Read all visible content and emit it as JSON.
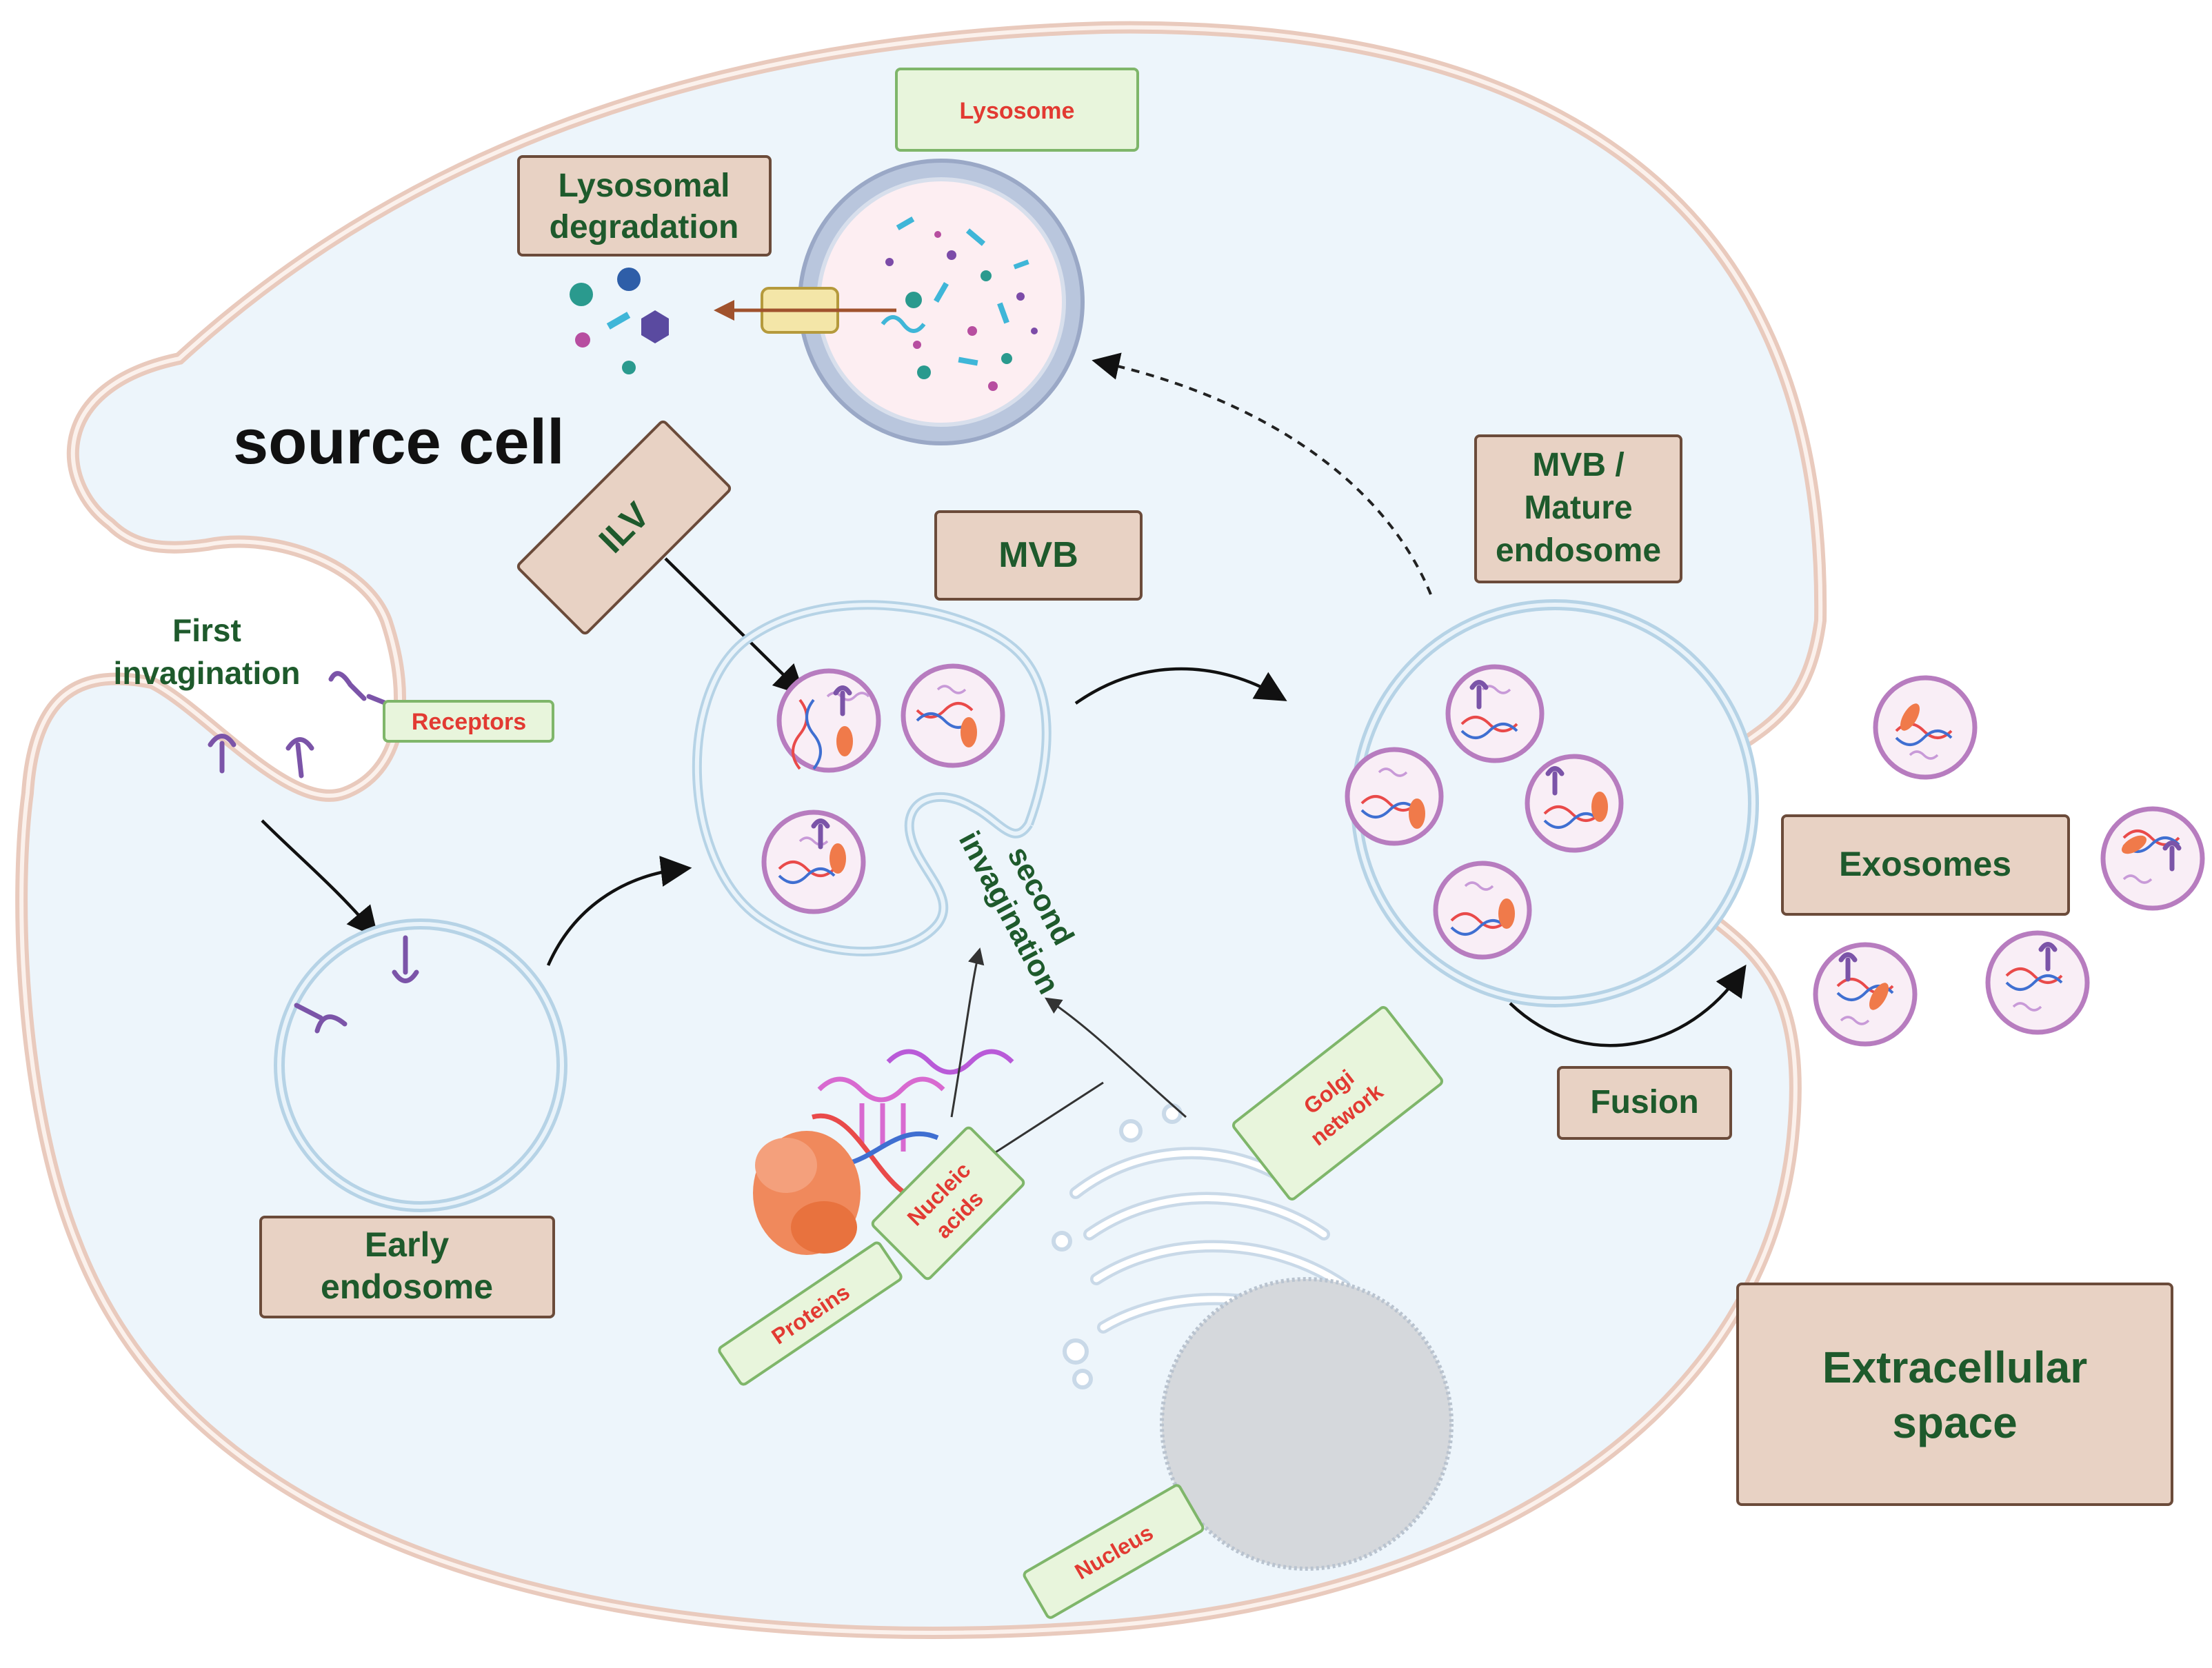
{
  "labels": {
    "lysosome": "Lysosome",
    "lysosomal_degradation_1": "Lysosomal",
    "lysosomal_degradation_2": "degradation",
    "source_cell": "source cell",
    "ilv": "ILV",
    "mvb": "MVB",
    "mvb_mature_1": "MVB /",
    "mvb_mature_2": "Mature",
    "mvb_mature_3": "endosome",
    "first_invagination_1": "First",
    "first_invagination_2": "invagination",
    "receptors": "Receptors",
    "second_invagination_1": "second",
    "second_invagination_2": "invagination",
    "exosomes": "Exosomes",
    "early_endosome_1": "Early",
    "early_endosome_2": "endosome",
    "nucleic_acids_1": "Nucleic",
    "nucleic_acids_2": "acids",
    "proteins": "Proteins",
    "golgi_1": "Golgi",
    "golgi_2": "network",
    "fusion": "Fusion",
    "extracellular_1": "Extracellular",
    "extracellular_2": "space",
    "nucleus": "Nucleus"
  },
  "colors": {
    "cell_fill": "#edf5fb",
    "cell_border": "#e9cabd",
    "label_box_fill": "#e8d2c4",
    "label_box_border": "#6b4b3a",
    "tag_fill": "#e8f5dc",
    "tag_border": "#7fb66a",
    "label_text": "#1e5a2c",
    "tag_text": "#e23a32",
    "nucleus": "#d5d8dc"
  }
}
